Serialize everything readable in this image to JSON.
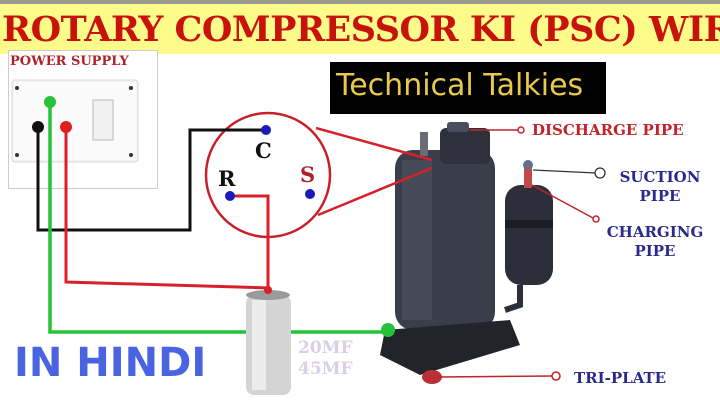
{
  "title": "ROTARY COMPRESSOR KI (PSC) WIRING",
  "power_supply": {
    "label": "POWER SUPPLY"
  },
  "brand": {
    "label": "Technical Talkies"
  },
  "terminals": {
    "c": "C",
    "r": "R",
    "s": "S"
  },
  "parts": {
    "discharge_pipe": "DISCHARGE PIPE",
    "suction_pipe_line1": "SUCTION",
    "suction_pipe_line2": "PIPE",
    "charging_pipe_line1": "CHARGING",
    "charging_pipe_line2": "PIPE",
    "tri_plate": "TRI-PLATE"
  },
  "capacitor": {
    "rating1": "20MF",
    "rating2": "45MF"
  },
  "language_label": "IN HINDI",
  "colors": {
    "banner": "#fdfb8a",
    "title": "#c8120c",
    "wire_red": "#d8202a",
    "wire_black": "#111111",
    "wire_green": "#25c23a",
    "terminal_dot": "#1a1ab8",
    "hindi": "#4a63e0"
  }
}
